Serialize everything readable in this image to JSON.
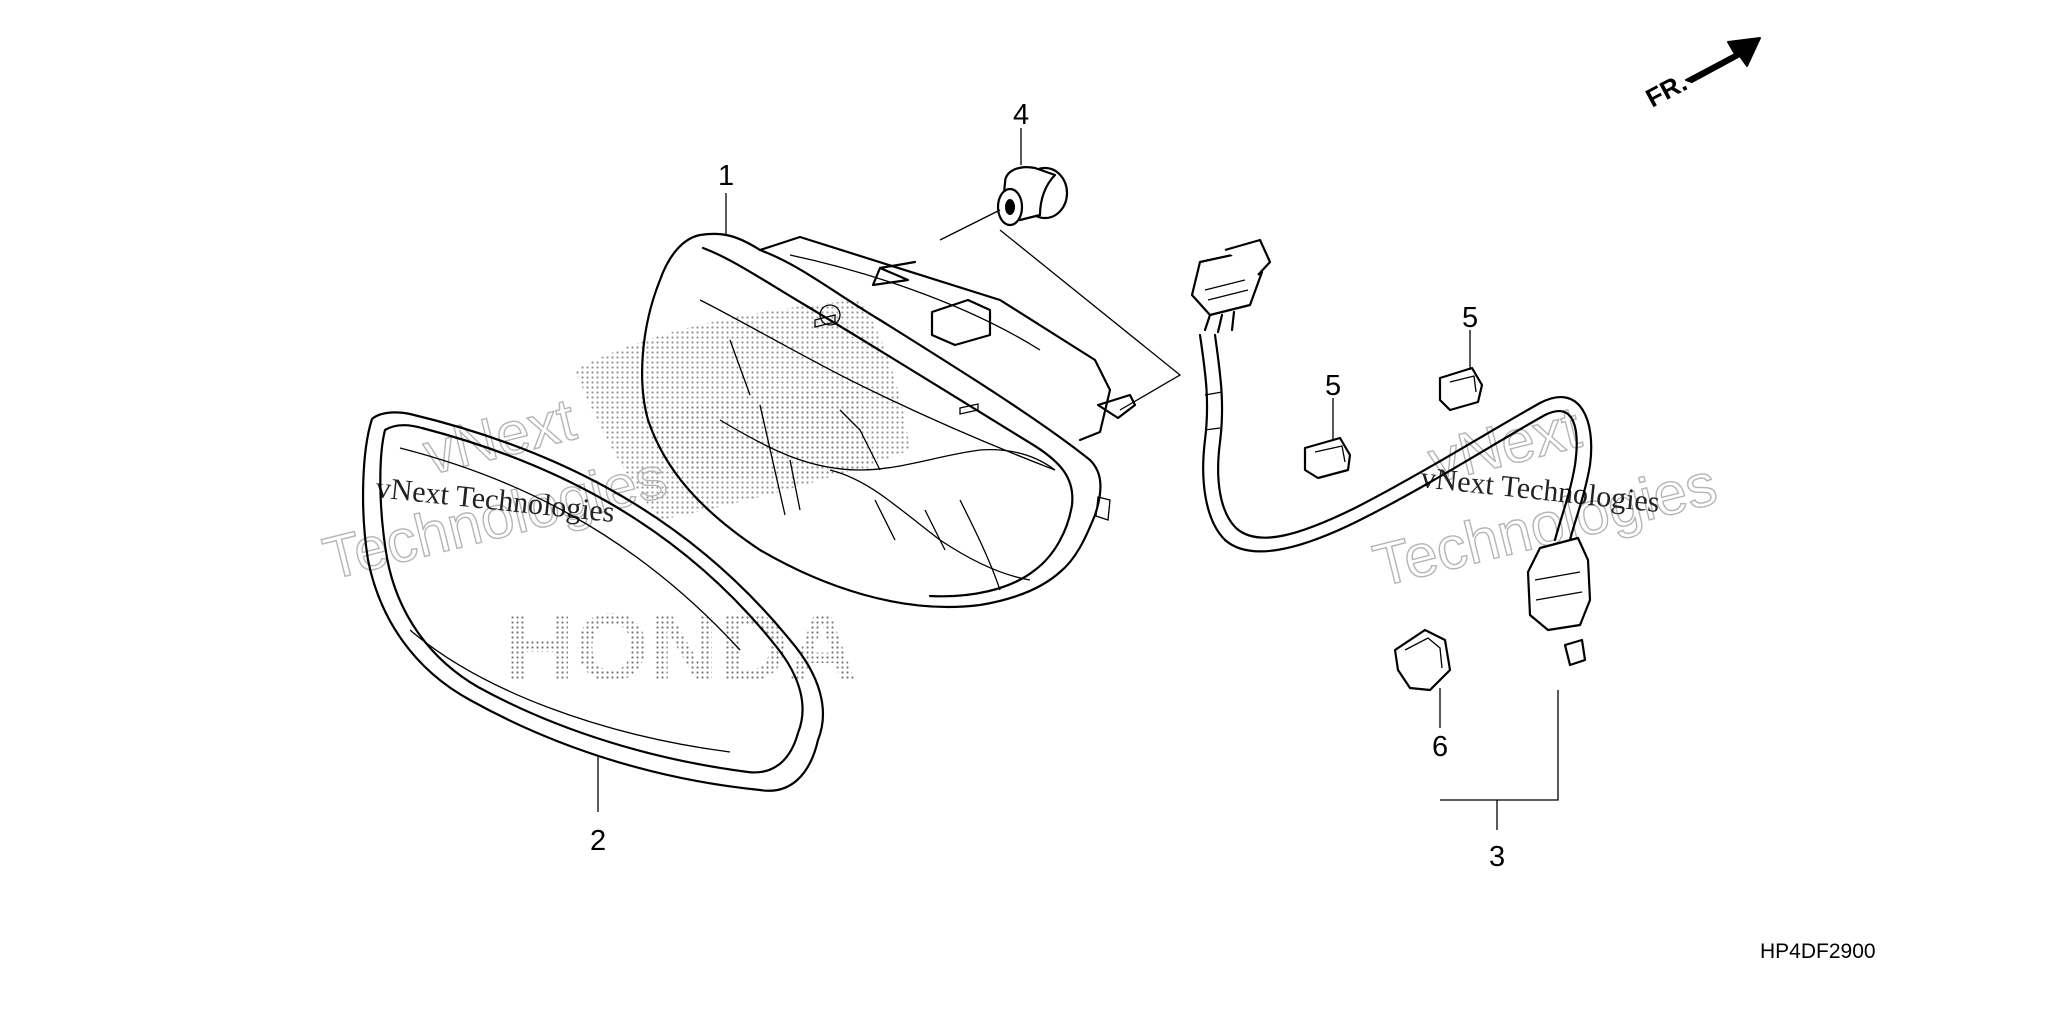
{
  "diagram": {
    "callouts": {
      "c1": "1",
      "c2": "2",
      "c3": "3",
      "c4": "4",
      "c5a": "5",
      "c5b": "5",
      "c6": "6"
    },
    "direction_label": "FR.",
    "diagram_code": "HP4DF2900",
    "watermarks": {
      "brand_left": "vNext",
      "brand_left_2": "Technologies",
      "brand_right": "vNext",
      "brand_right_2": "Technologies",
      "serif_left": "vNext Technologies",
      "serif_right": "vNext Technologies",
      "logo_text": "HONDA"
    }
  }
}
